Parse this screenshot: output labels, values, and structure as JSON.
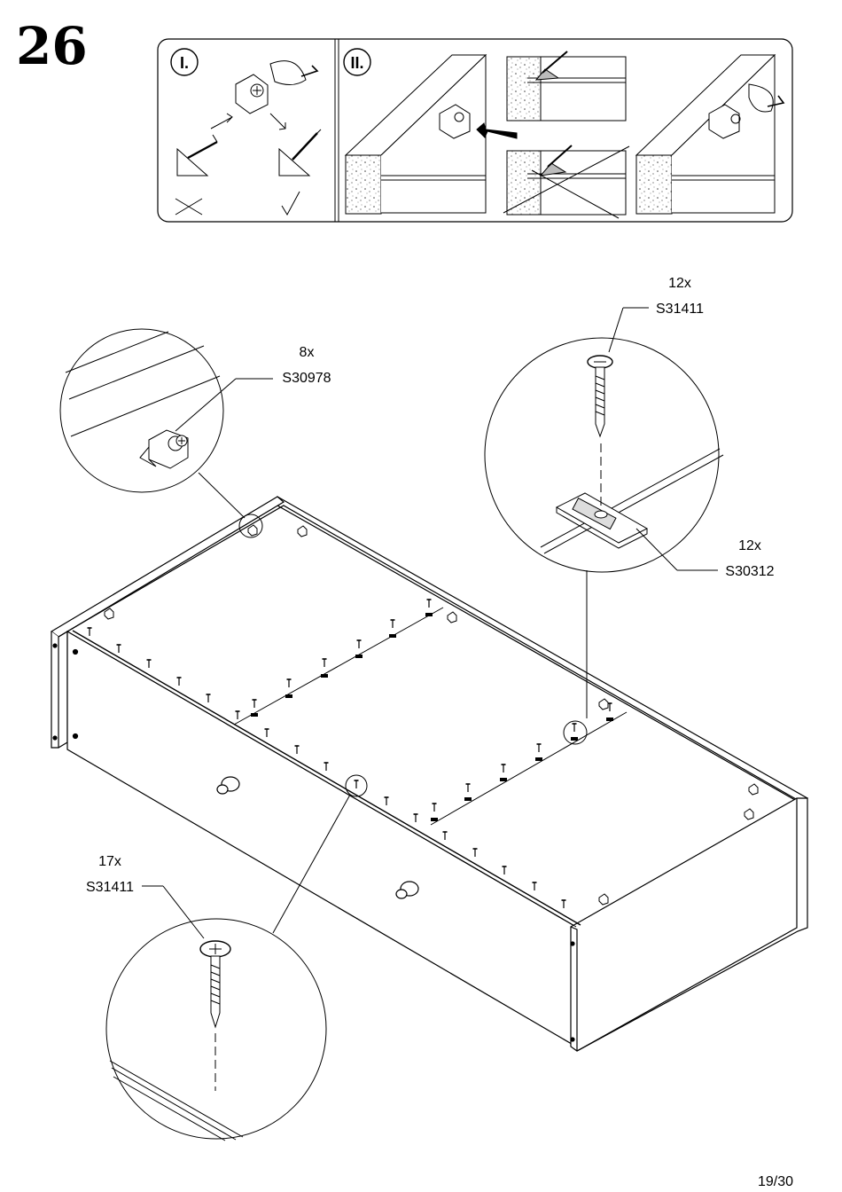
{
  "step_number": "26",
  "instruction_panel": {
    "sub_steps": [
      "I.",
      "II."
    ]
  },
  "callouts": [
    {
      "quantity": "8x",
      "part_code": "S30978"
    },
    {
      "quantity": "12x",
      "part_code": "S31411"
    },
    {
      "quantity": "12x",
      "part_code": "S30312"
    },
    {
      "quantity": "17x",
      "part_code": "S31411"
    }
  ],
  "page_number": "19/30"
}
